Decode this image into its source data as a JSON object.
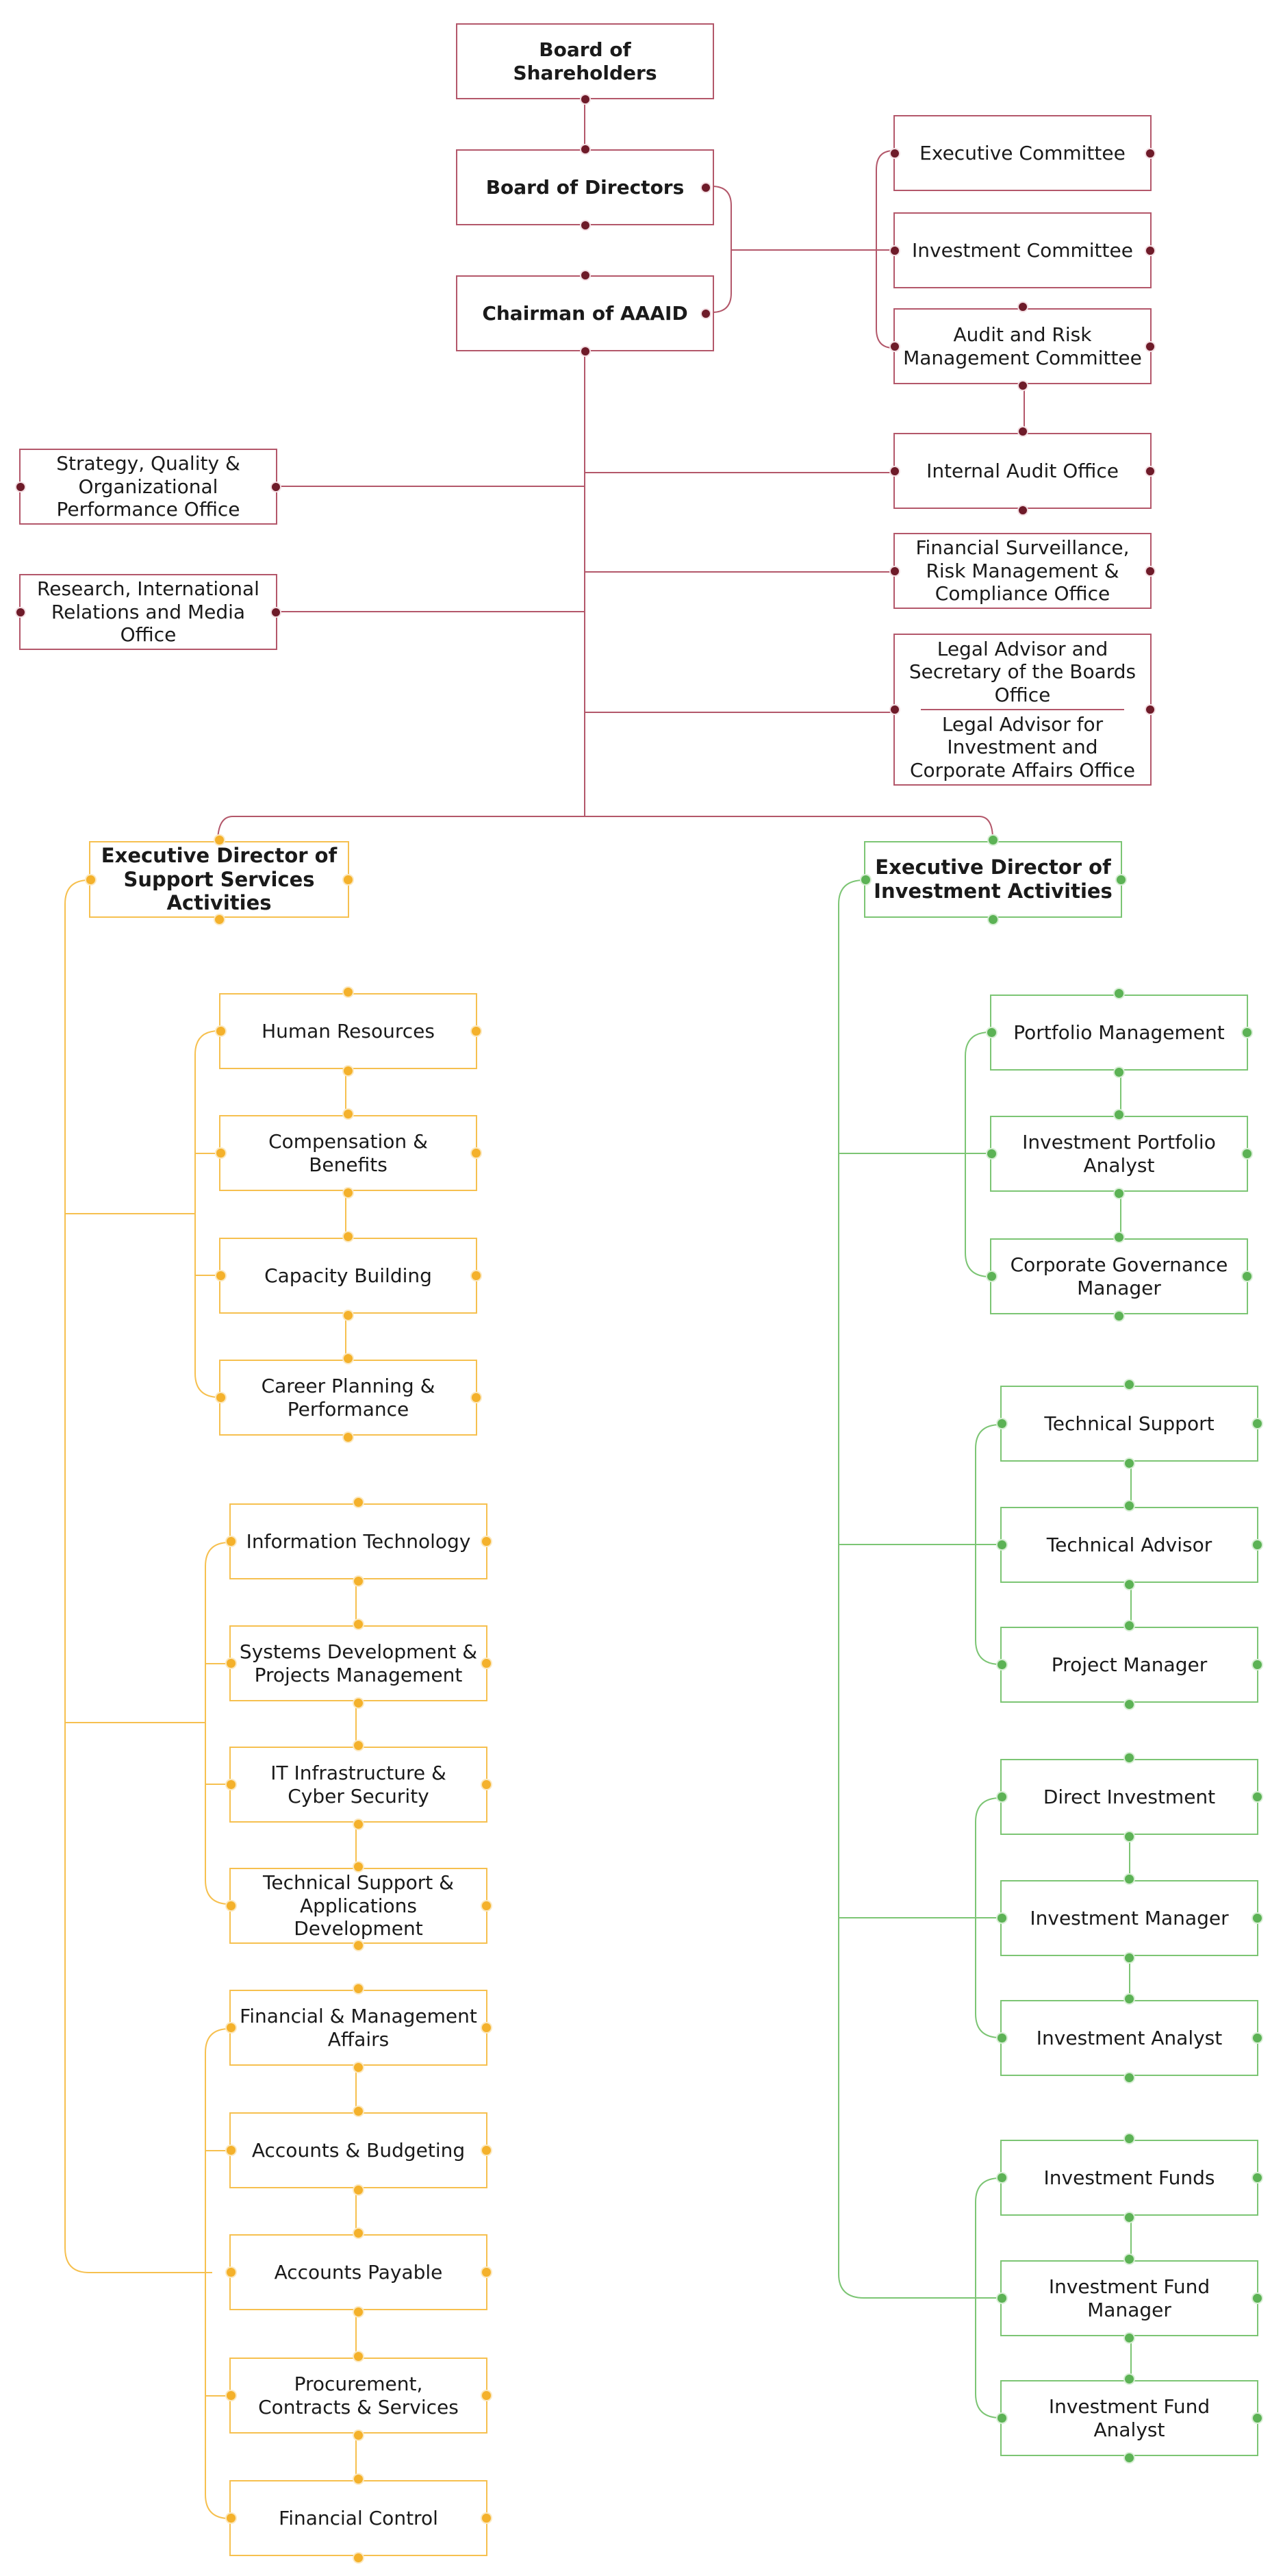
{
  "colors": {
    "maroon": "#b3576a",
    "maroon_dot": "#6e1b29",
    "orange": "#f6c04f",
    "orange_dot": "#f4b12b",
    "green": "#7cc574",
    "green_dot": "#5cb255"
  },
  "top": {
    "shareholders": "Board of Shareholders",
    "directors": "Board of Directors",
    "chairman": "Chairman of AAAID"
  },
  "committees": {
    "executive": "Executive Committee",
    "investment": "Investment Committee",
    "audit_risk": [
      "Audit and Risk",
      "Management Committee"
    ]
  },
  "offices": {
    "internal_audit": "Internal Audit Office",
    "strategy": [
      "Strategy, Quality &",
      "Organizational",
      "Performance Office"
    ],
    "research": [
      "Research, International",
      "Relations and Media",
      "Office"
    ],
    "financial_surveillance": [
      "Financial Surveillance,",
      "Risk Management &",
      "Compliance Office"
    ],
    "legal_top": [
      "Legal Advisor and",
      "Secretary of the Boards",
      "Office"
    ],
    "legal_bottom": [
      "Legal Advisor for",
      "Investment and",
      "Corporate Affairs Office"
    ]
  },
  "support": {
    "director": [
      "Executive Director of",
      "Support Services",
      "Activities"
    ],
    "hr": {
      "head": "Human Resources",
      "items": [
        [
          "Compensation &",
          "Benefits"
        ],
        [
          "Capacity Building"
        ],
        [
          "Career Planning &",
          "Performance"
        ]
      ]
    },
    "it": {
      "head": "Information Technology",
      "items": [
        [
          "Systems Development &",
          "Projects Management"
        ],
        [
          "IT Infrastructure &",
          "Cyber Security"
        ],
        [
          "Technical Support &",
          "Applications Development"
        ]
      ]
    },
    "finance": {
      "head": [
        "Financial & Management",
        "Affairs"
      ],
      "items": [
        [
          "Accounts & Budgeting"
        ],
        [
          "Accounts Payable"
        ],
        [
          "Procurement,",
          "Contracts & Services"
        ],
        [
          "Financial Control"
        ]
      ]
    }
  },
  "investment": {
    "director": [
      "Executive Director of",
      "Investment Activities"
    ],
    "portfolio": {
      "head": "Portfolio Management",
      "items": [
        [
          "Investment Portfolio",
          "Analyst"
        ],
        [
          "Corporate Governance",
          "Manager"
        ]
      ]
    },
    "technical": {
      "head": "Technical Support",
      "items": [
        [
          "Technical Advisor"
        ],
        [
          "Project Manager"
        ]
      ]
    },
    "direct": {
      "head": "Direct Investment",
      "items": [
        [
          "Investment Manager"
        ],
        [
          "Investment Analyst"
        ]
      ]
    },
    "funds": {
      "head": "Investment Funds",
      "items": [
        [
          "Investment Fund",
          "Manager"
        ],
        [
          "Investment Fund",
          "Analyst"
        ]
      ]
    }
  }
}
